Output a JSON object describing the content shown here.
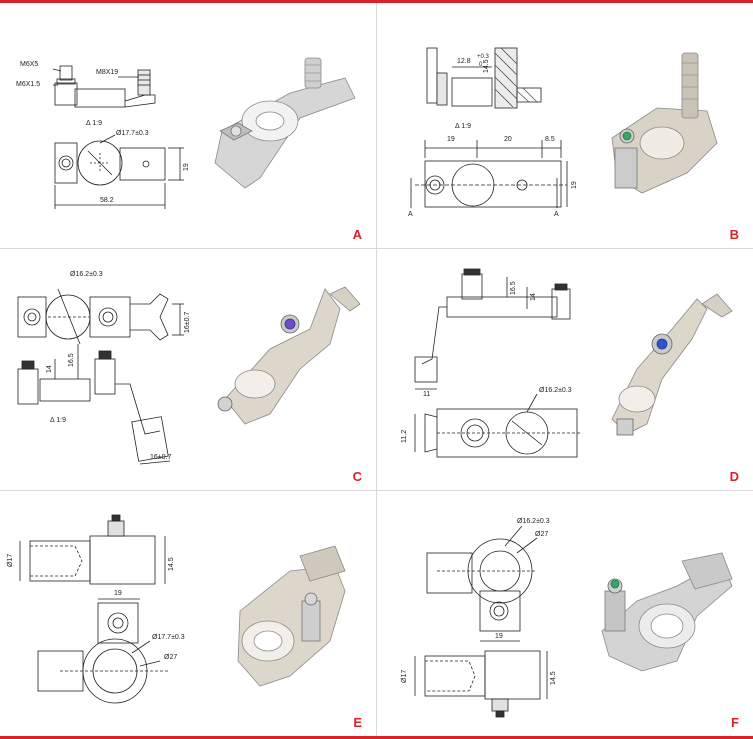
{
  "colors": {
    "accent": "#d9232b",
    "line": "#222222",
    "metal": "#c8c8c8",
    "divider": "#d9d9d9"
  },
  "panels": [
    {
      "letter": "A",
      "labels": {
        "m6x5": "M6X5",
        "m6x15": "M6X1.5",
        "m8x19": "M8X19",
        "taper": "Δ 1:9",
        "dia": "Ø17.7±0.3",
        "w": "58.2",
        "h": "19"
      }
    },
    {
      "letter": "B",
      "labels": {
        "d128": "12.8",
        "tol": "+0.3",
        "tol0": "0",
        "h145": "14.5",
        "taper": "Δ 1:9",
        "d19": "19",
        "d20": "20",
        "d85": "8.5",
        "h19": "19",
        "a1": "A",
        "a2": "A"
      }
    },
    {
      "letter": "C",
      "labels": {
        "dia": "Ø16.2±0.3",
        "h16": "16±0.7",
        "h14": "14",
        "h165": "16.5",
        "taper": "Δ 1:9",
        "w16": "16±0.7"
      }
    },
    {
      "letter": "D",
      "labels": {
        "h165": "16.5",
        "h14": "14",
        "w11": "11",
        "dia": "Ø16.2±0.3",
        "h112": "11.2"
      }
    },
    {
      "letter": "E",
      "labels": {
        "d17": "Ø17",
        "h145": "14.5",
        "w19": "19",
        "dia": "Ø17.7±0.3",
        "d27": "Ø27"
      }
    },
    {
      "letter": "F",
      "labels": {
        "dia": "Ø16.2±0.3",
        "d27": "Ø27",
        "w19": "19",
        "d17": "Ø17",
        "h145": "14.5"
      }
    }
  ]
}
